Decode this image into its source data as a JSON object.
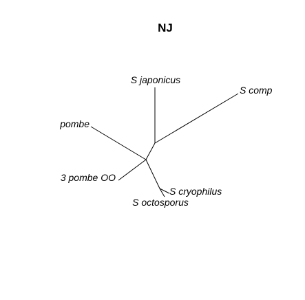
{
  "diagram": {
    "type": "unrooted-phylogenetic-tree",
    "title": "NJ",
    "tips": [
      {
        "id": "japonicus",
        "label": "S japonicus"
      },
      {
        "id": "complicata",
        "label": "S comp"
      },
      {
        "id": "pombe",
        "label": "pombe"
      },
      {
        "id": "pombe-oo",
        "label": "3 pombe OO"
      },
      {
        "id": "cryophilus",
        "label": "S cryophilus"
      },
      {
        "id": "octosporus",
        "label": "S octosporus"
      }
    ],
    "colors": {
      "line": "#000000",
      "text": "#000000",
      "background": "#ffffff"
    }
  }
}
